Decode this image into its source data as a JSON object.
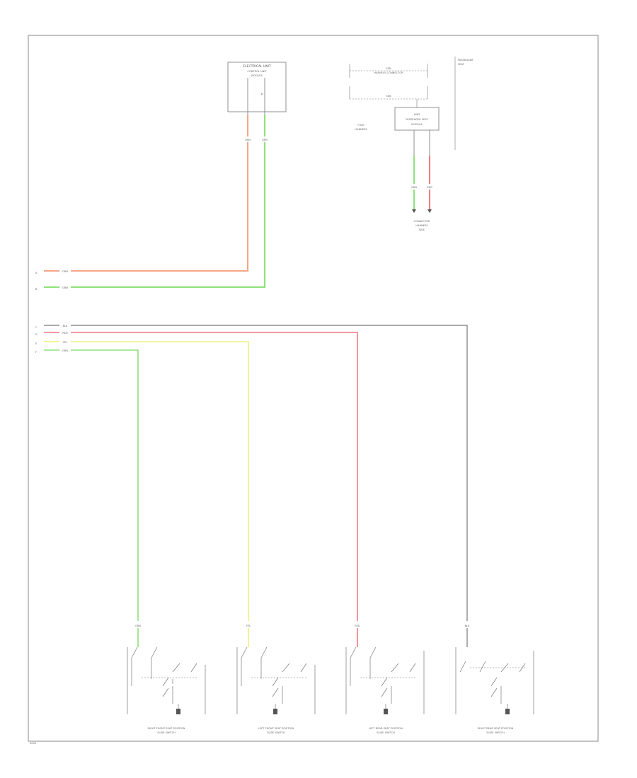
{
  "footer_id": "0000",
  "colors": {
    "orange": "#f5a88a",
    "green": "#8fe07a",
    "red": "#f37a80",
    "yellow": "#eef07a",
    "gray": "#777777",
    "frame": "#888888"
  },
  "top_left_component": {
    "title": "ELECTRICAL UNIT",
    "subtitle": "CONTROL UNIT",
    "subtitle2": "MODULE",
    "pin_mid": "B"
  },
  "top_left_wires": {
    "orange_code": "ORN",
    "green_code": "GRN"
  },
  "module_group": {
    "bracket_top": "SEN",
    "bracket_top_sub": "HARNESS CONNECTOR",
    "bracket_bottom": "SEN",
    "module_title": "UNIT",
    "module_sub": "PASSENGER SEAT",
    "module_sub2": "MODULE",
    "side_tag": "FUSE",
    "side_tag2": "HARNESS",
    "connector_label": "CONNECTOR",
    "connector_label2": "HARNESS",
    "connector_label3": "SIDE",
    "code_green": "GRN",
    "code_red": "RED"
  },
  "far_right_note": {
    "line1": "PASSENGER",
    "line2": "SEAT"
  },
  "left_refs": {
    "upper": [
      "A",
      "B"
    ],
    "lower": [
      "C",
      "D",
      "E",
      "F"
    ],
    "upper_codes": [
      "ORN",
      "GRN"
    ],
    "lower_codes": [
      "BLK",
      "RED",
      "YEL",
      "GRN"
    ]
  },
  "switches": [
    {
      "label_line1": "RIGHT FRONT SEAT POSITION",
      "label_line2": "SLIDE SWITCH",
      "code": "GRN"
    },
    {
      "label_line1": "LEFT FRONT SEAT POSITION",
      "label_line2": "SLIDE SWITCH",
      "code": "YEL"
    },
    {
      "label_line1": "LEFT REAR SEAT POSITION",
      "label_line2": "SLIDE SWITCH",
      "code": "RED"
    },
    {
      "label_line1": "RIGHT REAR SEAT POSITION",
      "label_line2": "SLIDE SWITCH",
      "code": "BLK"
    }
  ]
}
